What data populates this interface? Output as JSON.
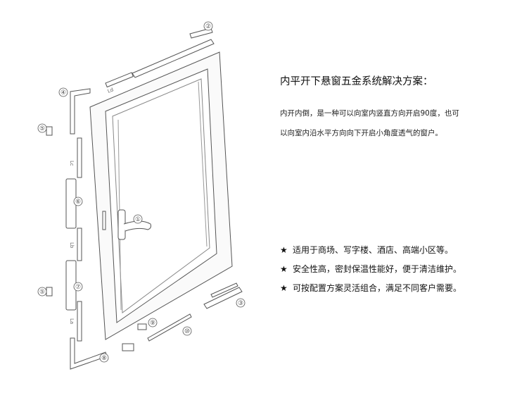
{
  "title": "内平开下悬窗五金系统解决方案：",
  "description": [
    "内开内倒，是一种可以向室内竖直方向开启90度，也可",
    "以向室内沿水平方向向下开启小角度透气的窗户。"
  ],
  "features": [
    {
      "icon": "star-icon",
      "text": "适用于商场、写字楼、酒店、高端小区等。"
    },
    {
      "icon": "star-icon",
      "text": "安全性高，密封保温性能好，便于清洁维护。"
    },
    {
      "icon": "star-icon",
      "text": "可按配置方案灵活组合，满足不同客户需要。"
    }
  ],
  "diagram": {
    "callouts": [
      "①",
      "②",
      "③",
      "④",
      "⑤",
      "⑤",
      "⑥",
      "⑦",
      "⑧",
      "⑨",
      "⑩"
    ],
    "part_labels": [
      "Ld",
      "Lc",
      "Lb",
      "La"
    ]
  },
  "colors": {
    "line": "#555555",
    "frame_fill": "#fafafa",
    "text": "#111111"
  }
}
